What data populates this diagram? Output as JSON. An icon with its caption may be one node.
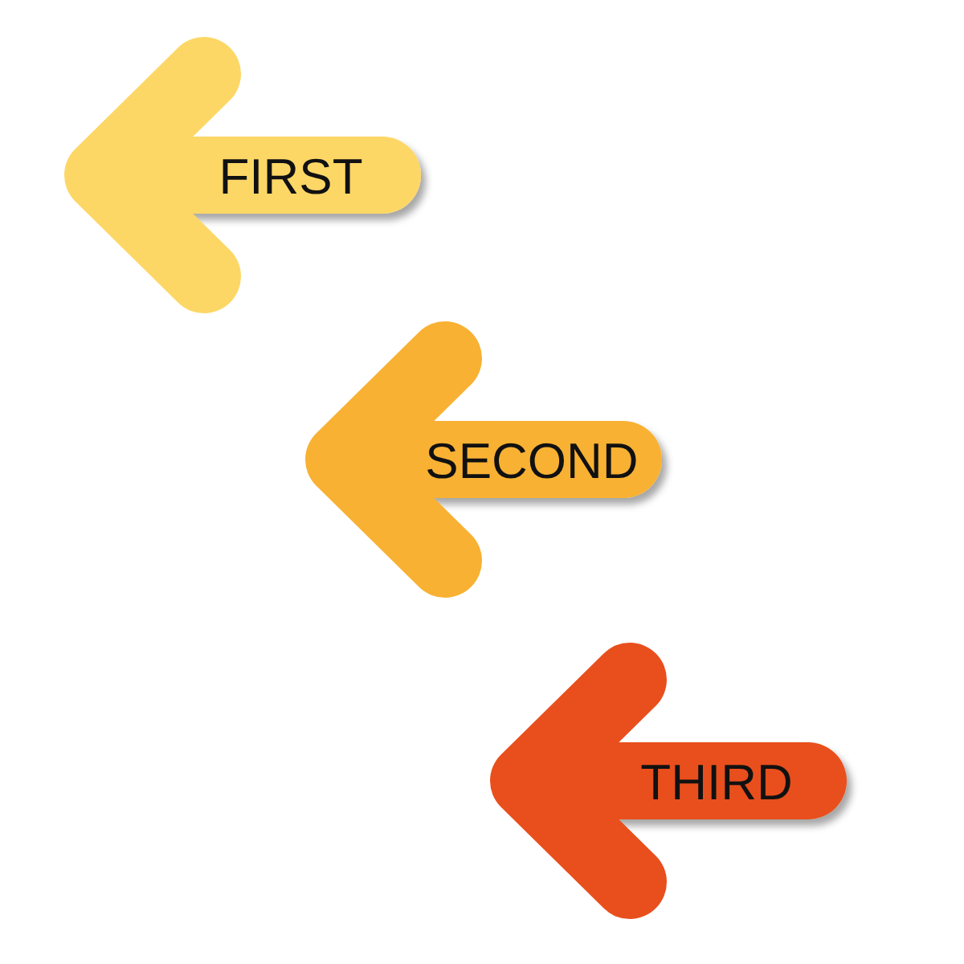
{
  "diagram": {
    "nodes": [
      {
        "text": [
          "FIRST"
        ]
      },
      {
        "text": [
          "SECOND"
        ]
      },
      {
        "text": [
          "THIRD"
        ]
      }
    ]
  }
}
